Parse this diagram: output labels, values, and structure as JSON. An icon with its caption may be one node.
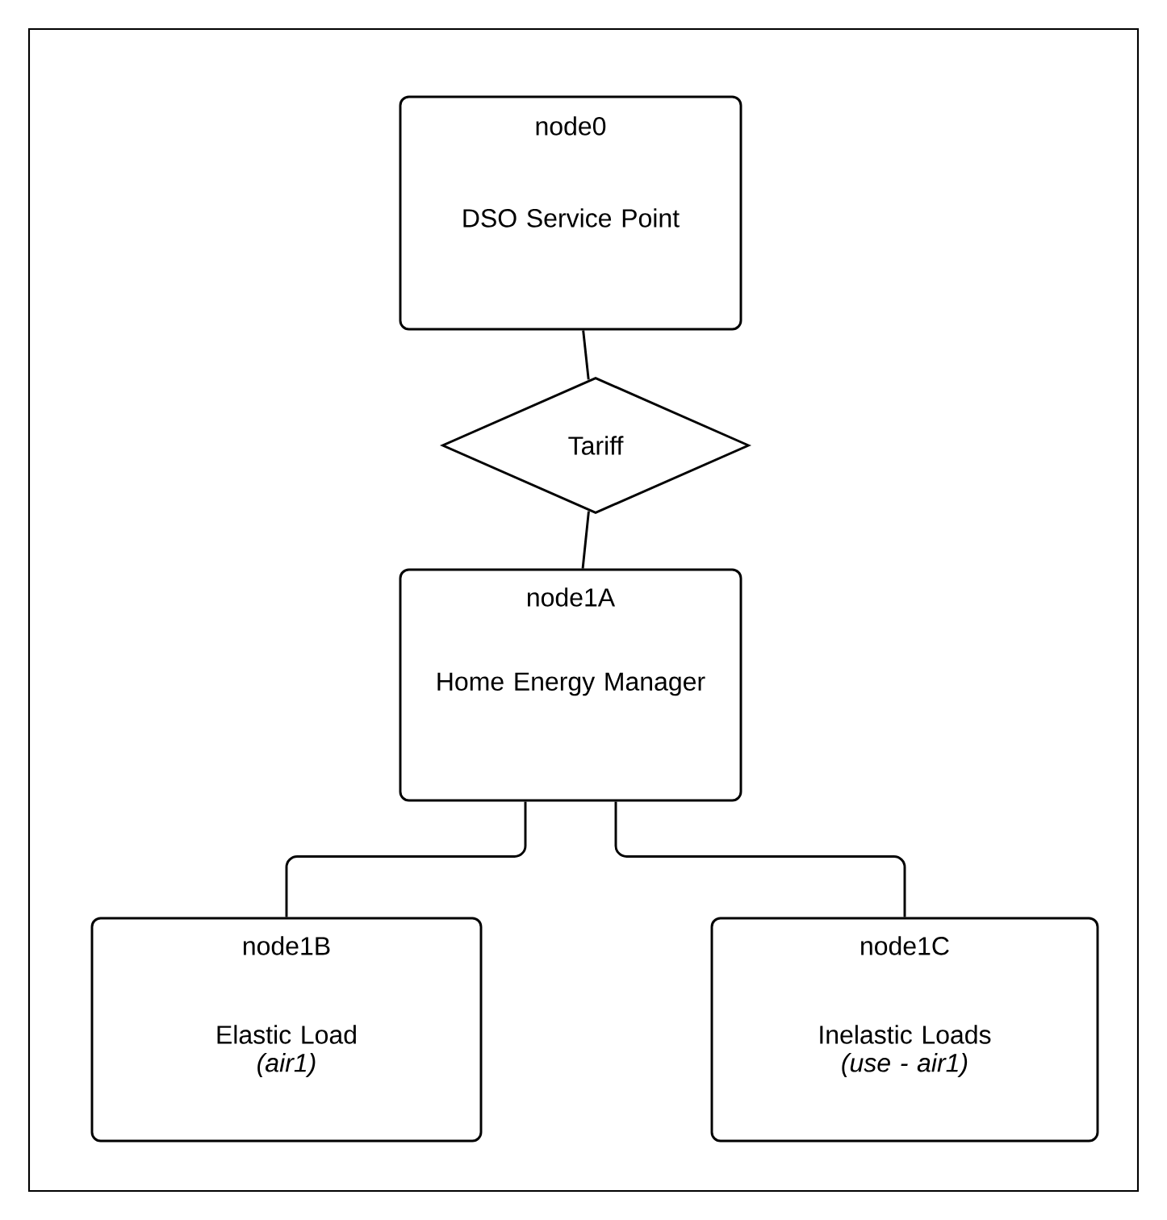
{
  "diagram": {
    "nodes": [
      {
        "text": [
          "node0",
          "DSO Service Point"
        ]
      },
      {
        "text": [
          "Tariff"
        ]
      },
      {
        "text": [
          "node1A",
          "Home Energy Manager"
        ]
      },
      {
        "text": [
          "node1B",
          "Elastic Load",
          "(air1)"
        ]
      },
      {
        "text": [
          "node1C",
          "Inelastic Loads",
          "(use - air1)"
        ]
      }
    ],
    "edges": [
      {
        "from": 0,
        "to": 1,
        "arrow": "none"
      },
      {
        "from": 1,
        "to": 2,
        "arrow": "none"
      },
      {
        "from": 2,
        "to": 3,
        "arrow": "none"
      },
      {
        "from": 2,
        "to": 4,
        "arrow": "none"
      }
    ]
  }
}
